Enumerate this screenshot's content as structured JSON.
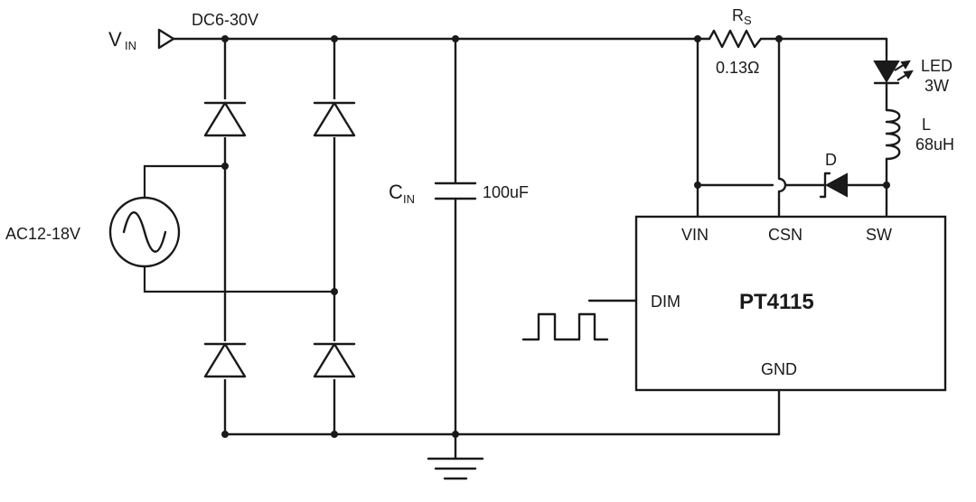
{
  "labels": {
    "vin_main": "V",
    "vin_sub": "IN",
    "dc_range": "DC6-30V",
    "ac_range": "AC12-18V",
    "rs_main": "R",
    "rs_sub": "S",
    "rs_value": "0.13Ω",
    "cin_main": "C",
    "cin_sub": "IN",
    "cin_value": "100uF",
    "led_name": "LED",
    "led_power": "3W",
    "inductor_name": "L",
    "inductor_value": "68uH",
    "diode_name": "D"
  },
  "chip": {
    "name": "PT4115",
    "pins": {
      "vin": "VIN",
      "csn": "CSN",
      "sw": "SW",
      "dim": "DIM",
      "gnd": "GND"
    }
  }
}
